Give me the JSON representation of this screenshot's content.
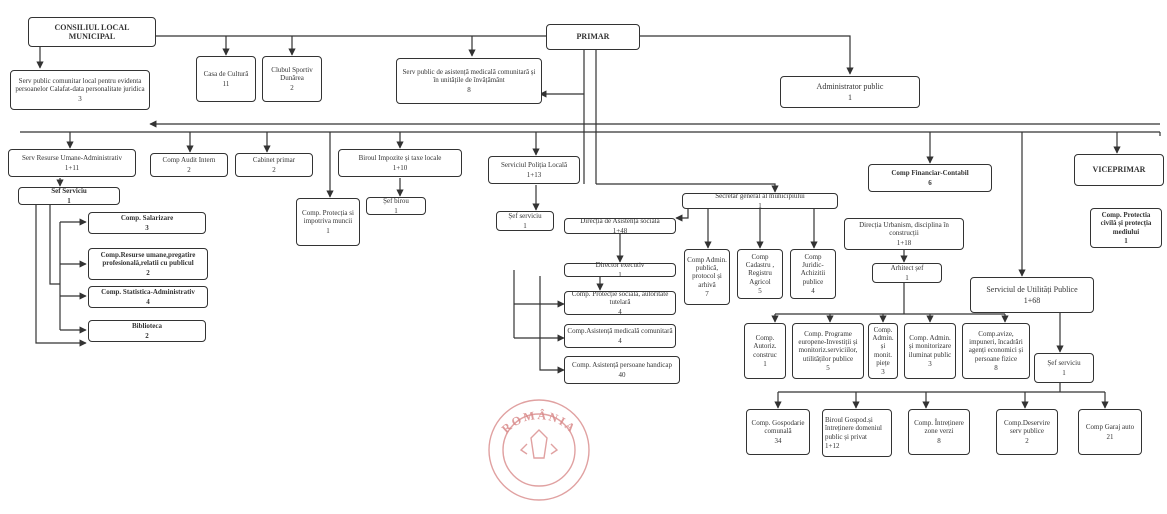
{
  "diagram": {
    "colors": {
      "line": "#333333",
      "seal": "#d98a8a"
    },
    "nodes": {
      "consiliu": {
        "title": "CONSILIUL LOCAL MUNICIPAL"
      },
      "primar": {
        "title": "PRIMAR"
      },
      "evidenta": {
        "title": "Serv public comunitar local pentru evidenta persoanelor Calafat-data personalitate juridica",
        "count": "3"
      },
      "casa_cultura": {
        "title": "Casa de Cultură",
        "count": "11"
      },
      "clubul_sportiv": {
        "title": "Clubul Sportiv Dunărea",
        "count": "2"
      },
      "asistenta_medicala": {
        "title": "Serv public de asistență medicală comunitară și în unitățile de învățământ",
        "count": "8"
      },
      "administrator": {
        "title": "Administrator public",
        "count": "1"
      },
      "resurse_umane": {
        "title": "Serv Resurse Umane-Administrativ",
        "count": "1+11"
      },
      "audit": {
        "title": "Comp Audit Intern",
        "count": "2"
      },
      "cabinet": {
        "title": "Cabinet primar",
        "count": "2"
      },
      "protectia_muncii": {
        "title": "Comp. Protecția si impotriva muncii",
        "count": "1"
      },
      "impozite": {
        "title": "Biroul Impozite și taxe locale",
        "count": "1+10"
      },
      "sef_birou": {
        "title": "Șef birou",
        "count": "1"
      },
      "politia": {
        "title": "Serviciul Poliția Locală",
        "count": "1+13"
      },
      "sef_serviciu_politia": {
        "title": "Șef serviciu",
        "count": "1"
      },
      "secretar": {
        "title": "Secretar general al municipiului",
        "count": "1"
      },
      "financiar": {
        "title": "Comp Financiar-Contabil",
        "count": "6"
      },
      "viceprimar": {
        "title": "VICEPRIMAR"
      },
      "protectia_civila": {
        "title": "Comp. Protectia civilă și protecția mediului",
        "count": "1"
      },
      "sef_serviciu_ru": {
        "title": "Sef Serviciu",
        "count": "1"
      },
      "salarizare": {
        "title": "Comp. Salarizare",
        "count": "3"
      },
      "resurse_pregatire": {
        "title": "Comp.Resurse umane,pregatire profesională,relatii cu publicul",
        "count": "2"
      },
      "statistica": {
        "title": "Comp. Statistica-Administrativ",
        "count": "4"
      },
      "biblioteca": {
        "title": "Biblioteca",
        "count": "2"
      },
      "dir_asistenta": {
        "title": "Direcția de Asistență socială",
        "count": "1+48"
      },
      "director_executiv": {
        "title": "Director executiv",
        "count": "1"
      },
      "protectie_sociala": {
        "title": "Comp. Protecție socială, autoritate tutelară",
        "count": "4"
      },
      "asistenta_comunitara": {
        "title": "Comp.Asistență medicală comunitară",
        "count": "4"
      },
      "handicap": {
        "title": "Comp. Asistență persoane handicap",
        "count": "40"
      },
      "admin_publica": {
        "title": "Comp Admin. publică, protocol și arhivă",
        "count": "7"
      },
      "cadastru": {
        "title": "Comp Cadastru , Registru Agricol",
        "count": "5"
      },
      "juridic": {
        "title": "Comp Juridic-Achizitii publice",
        "count": "4"
      },
      "urbanism": {
        "title": "Direcția Urbanism, disciplina în construcții",
        "count": "1+18"
      },
      "arhitect": {
        "title": "Arhitect șef",
        "count": "1"
      },
      "utilitati": {
        "title": "Serviciul de Utilități Publice",
        "count": "1+68"
      },
      "autorizari": {
        "title": "Comp. Autoriz. construc",
        "count": "1"
      },
      "programe": {
        "title": "Comp. Programe europene-Investiții și monitoriz.serviciilor, utilităților publice",
        "count": "5"
      },
      "piete": {
        "title": "Comp. Admin. și monit. piețe",
        "count": "3"
      },
      "iluminat": {
        "title": "Comp. Admin. și monitorizare iluminat public",
        "count": "3"
      },
      "avize": {
        "title": "Comp.avize, impuneri, încadrări agenți economici și persoane fizice",
        "count": "8"
      },
      "sef_serviciu_up": {
        "title": "Șef serviciu",
        "count": "1"
      },
      "gospodarie": {
        "title": "Comp. Gospodarie comunală",
        "count": "34"
      },
      "domeniu": {
        "title": "Biroul Gospod.și întreținere domeniul public și privat",
        "count": "1+12"
      },
      "spatii_verzi": {
        "title": "Comp. Întreținere zone verzi",
        "count": "8"
      },
      "deservire": {
        "title": "Comp.Deservire serv publice",
        "count": "2"
      },
      "garaj": {
        "title": "Comp Garaj auto",
        "count": "21"
      }
    },
    "stamp": {
      "text": "ROMÂNIA"
    }
  }
}
